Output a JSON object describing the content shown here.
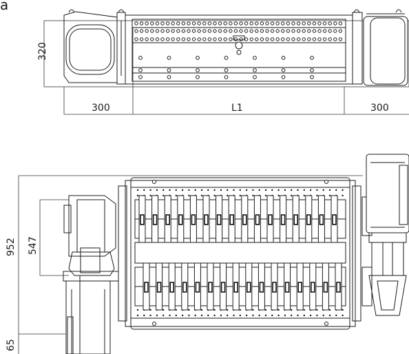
{
  "figure_label": "a",
  "top_view": {
    "height_label": "320",
    "left_width_label": "300",
    "center_width_label": "L1",
    "right_width_label": "300"
  },
  "bottom_view": {
    "total_height_label": "952",
    "inner_height_label": "547",
    "bottom_offset_label": "65"
  }
}
